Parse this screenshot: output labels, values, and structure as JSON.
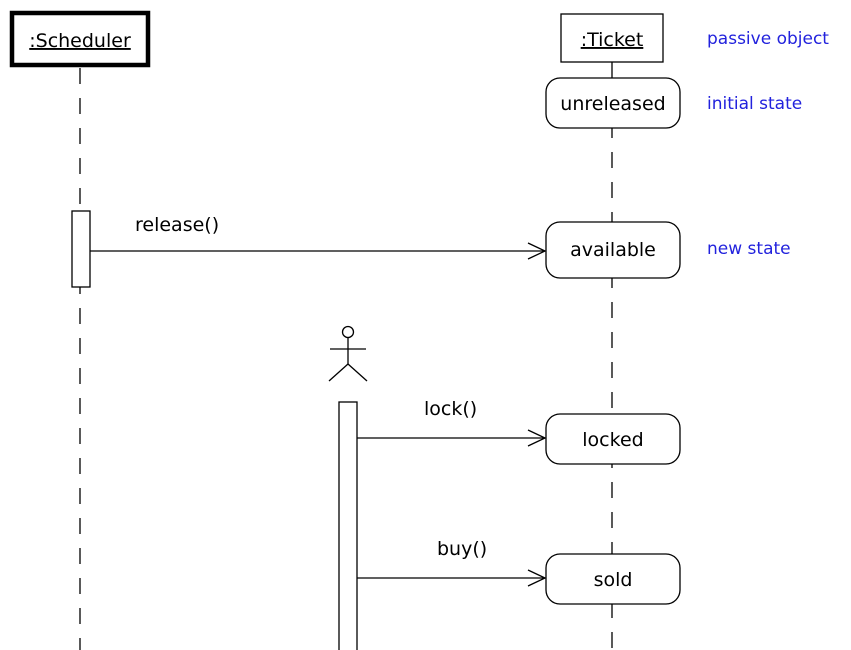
{
  "diagram": {
    "participants": {
      "scheduler": {
        "label": ":Scheduler"
      },
      "ticket": {
        "label": ":Ticket"
      }
    },
    "states": {
      "unreleased": "unreleased",
      "available": "available",
      "locked": "locked",
      "sold": "sold"
    },
    "messages": {
      "release": "release()",
      "lock": "lock()",
      "buy": "buy()"
    },
    "notes": {
      "passive": "passive object",
      "initial": "initial state",
      "new_state": "new state"
    },
    "colors": {
      "note_text": "#2222dd",
      "line": "#000000"
    }
  }
}
